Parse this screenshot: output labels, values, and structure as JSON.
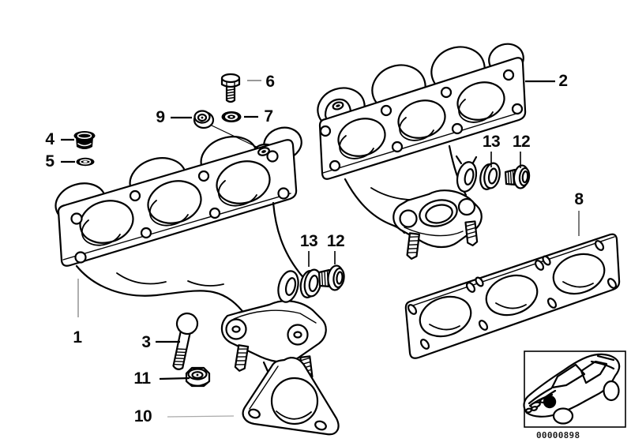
{
  "diagram": {
    "background": "#ffffff",
    "line_color": "#000000",
    "leader_line_gray": "#999999",
    "image_code": "00000898",
    "callouts": [
      {
        "label": "1",
        "part": "exhaust-manifold-front"
      },
      {
        "label": "2",
        "part": "exhaust-manifold-rear"
      },
      {
        "label": "3",
        "part": "hex-bolt"
      },
      {
        "label": "4",
        "part": "screw-plug"
      },
      {
        "label": "5",
        "part": "gasket-ring"
      },
      {
        "label": "6",
        "part": "hex-bolt"
      },
      {
        "label": "7",
        "part": "gasket-ring"
      },
      {
        "label": "9",
        "part": "hex-nut"
      },
      {
        "label": "10",
        "part": "exhaust-pipe-gasket"
      },
      {
        "label": "11",
        "part": "hex-nut"
      },
      {
        "label": "13",
        "part": "gasket-ring"
      },
      {
        "label": "12",
        "part": "screw-plug"
      },
      {
        "label": "13",
        "part": "gasket-ring"
      },
      {
        "label": "12",
        "part": "screw-plug"
      },
      {
        "label": "8",
        "part": "manifold-gasket"
      }
    ]
  }
}
